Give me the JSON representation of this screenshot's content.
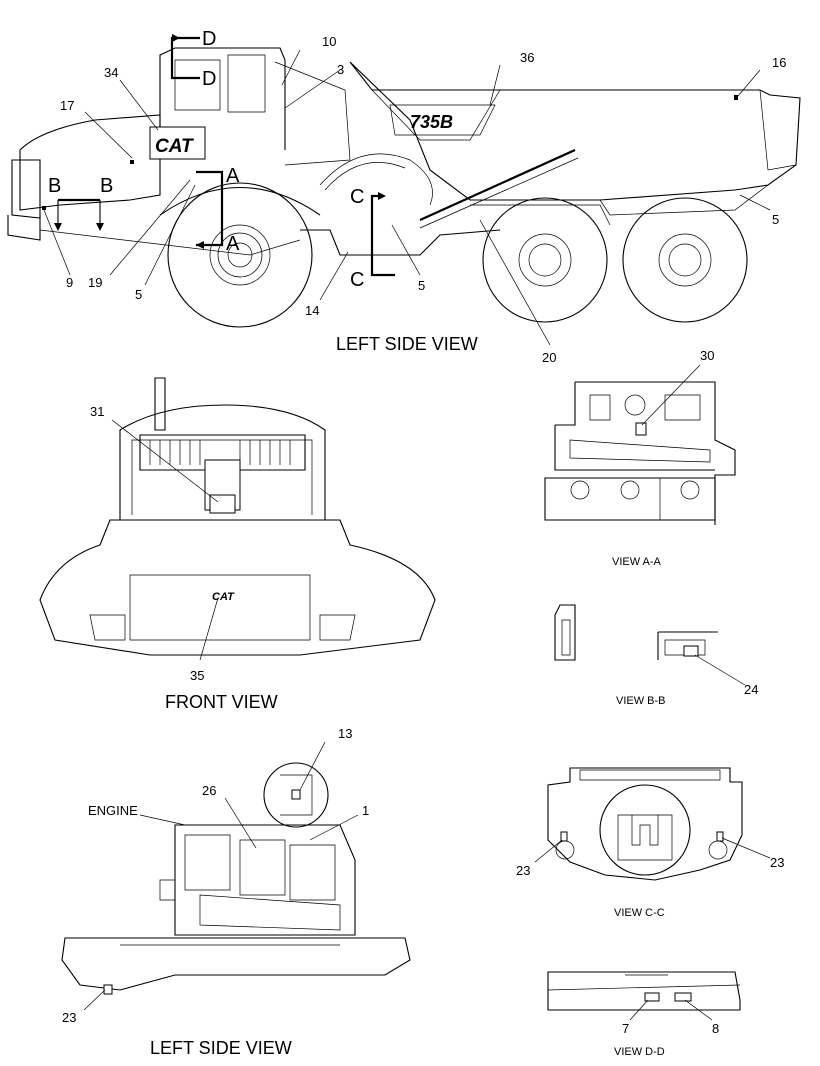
{
  "titles": {
    "left_side_top": "LEFT SIDE VIEW",
    "front": "FRONT VIEW",
    "left_side_bottom": "LEFT SIDE VIEW",
    "view_aa": "VIEW A-A",
    "view_bb": "VIEW B-B",
    "view_cc": "VIEW C-C",
    "view_dd": "VIEW D-D"
  },
  "labels": {
    "engine": "ENGINE",
    "cat_logo": "CAT",
    "model": "735B"
  },
  "section_markers": {
    "a": "A",
    "b": "B",
    "c": "C",
    "d": "D"
  },
  "callouts": {
    "c1": "1",
    "c3": "3",
    "c5": "5",
    "c7": "7",
    "c8": "8",
    "c9": "9",
    "c10": "10",
    "c13": "13",
    "c14": "14",
    "c16": "16",
    "c17": "17",
    "c19": "19",
    "c20": "20",
    "c23": "23",
    "c24": "24",
    "c26": "26",
    "c30": "30",
    "c31": "31",
    "c34": "34",
    "c35": "35",
    "c36": "36"
  }
}
